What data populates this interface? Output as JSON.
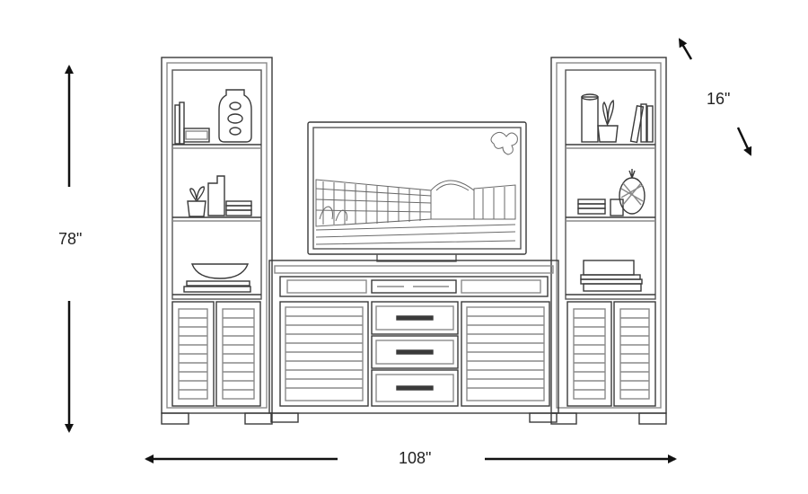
{
  "dimensions": {
    "height": "78\"",
    "width": "108\"",
    "depth": "16\""
  },
  "colors": {
    "line": "#3a3a3a",
    "light": "#8a8a8a",
    "arrow": "#111111",
    "background": "#ffffff"
  }
}
